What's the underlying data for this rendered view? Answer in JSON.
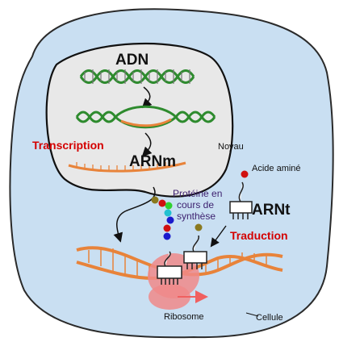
{
  "labels": {
    "adn": "ADN",
    "transcription": "Transcription",
    "noyau": "Noyau",
    "arnm": "ARNm",
    "acide_amine": "Acide aminé",
    "proteine_line1": "Protéine en",
    "proteine_line2": "cours de",
    "proteine_line3": "synthèse",
    "arnt": "ARNt",
    "traduction": "Traduction",
    "ribosome": "Ribosome",
    "cellule": "Cellule"
  },
  "colors": {
    "cytoplasm": "#c9dff2",
    "cell_outline": "#2a2a2a",
    "nucleus": "#e8e8e8",
    "dna_strand": "#2e8b2e",
    "dna_rungs": "#777777",
    "mrna": "#e8833a",
    "ribosome": "#f08a8a",
    "label_red": "#d40000",
    "label_purple": "#3b1f6e"
  },
  "protein_chain_colors": [
    "#1a1acc",
    "#d01010",
    "#1a1acc",
    "#22c0d0",
    "#30d030",
    "#d01010",
    "#8a7a20"
  ],
  "icons": [
    "trna-icon",
    "ribosome-icon",
    "arrow-icon"
  ]
}
